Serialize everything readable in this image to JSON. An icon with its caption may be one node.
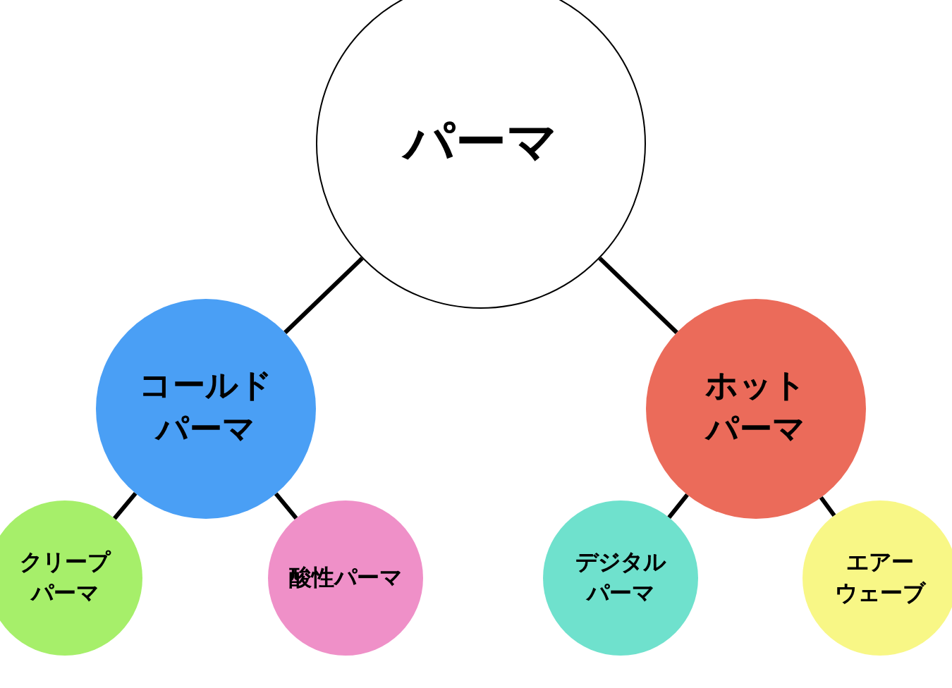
{
  "diagram": {
    "nodes": [
      {
        "text": [
          "パーマ"
        ]
      },
      {
        "text": [
          "コールドパーマ"
        ]
      },
      {
        "text": [
          "ホットパーマ"
        ]
      },
      {
        "text": [
          "クリープパーマ"
        ]
      },
      {
        "text": [
          "酸性パーマ"
        ]
      },
      {
        "text": [
          "デジタルパーマ"
        ]
      },
      {
        "text": [
          "エアーウェーブ"
        ]
      }
    ],
    "edges": [
      {
        "from": 0,
        "to": 1,
        "arrow": "none"
      },
      {
        "from": 0,
        "to": 2,
        "arrow": "none"
      },
      {
        "from": 1,
        "to": 3,
        "arrow": "none"
      },
      {
        "from": 1,
        "to": 4,
        "arrow": "none"
      },
      {
        "from": 2,
        "to": 5,
        "arrow": "none"
      },
      {
        "from": 2,
        "to": 6,
        "arrow": "none"
      }
    ]
  }
}
